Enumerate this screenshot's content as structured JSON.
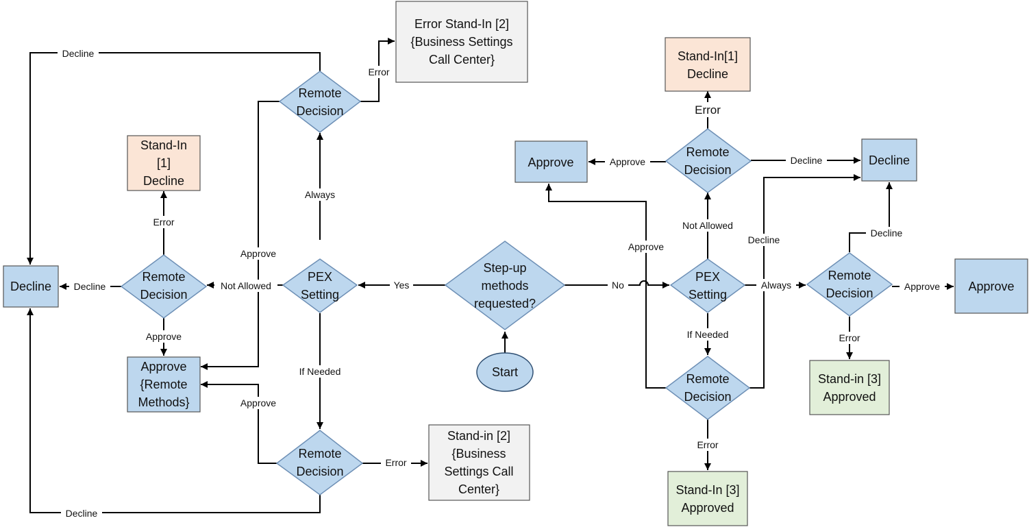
{
  "colors": {
    "decision_fill": "#bdd7ee",
    "decision_stroke": "#6d8fb5",
    "box_blue": "#bdd7ee",
    "box_orange": "#fbe5d6",
    "box_green": "#e2efd9",
    "box_gray": "#f2f2f2",
    "line": "#000000"
  },
  "nodes": {
    "start": "Start",
    "stepup": [
      "Step-up",
      "methods",
      "requested?"
    ],
    "pex_left": [
      "PEX",
      "Setting"
    ],
    "pex_right": [
      "PEX",
      "Setting"
    ],
    "remote_top_left": [
      "Remote",
      "Decision"
    ],
    "remote_mid_left": [
      "Remote",
      "Decision"
    ],
    "remote_bottom_left": [
      "Remote",
      "Decision"
    ],
    "remote_top_right": [
      "Remote",
      "Decision"
    ],
    "remote_bottom_right": [
      "Remote",
      "Decision"
    ],
    "remote_far_right": [
      "Remote",
      "Decision"
    ],
    "decline_left": "Decline",
    "standin1_left": [
      "Stand-In",
      "[1]",
      "Decline"
    ],
    "approve_remote_methods": [
      "Approve",
      "{Remote",
      "Methods}"
    ],
    "error_standin2_top": [
      "Error Stand-In [2]",
      "{Business Settings",
      "Call Center}"
    ],
    "standin2_bottom": [
      "Stand-in [2]",
      "{Business",
      "Settings Call",
      "Center}"
    ],
    "standin1_right": [
      "Stand-In[1]",
      "Decline"
    ],
    "approve_right_top": "Approve",
    "decline_right_top": "Decline",
    "approve_far_right": "Approve",
    "standin3_far_right": [
      "Stand-in [3]",
      "Approved"
    ],
    "standin3_bottom": [
      "Stand-In [3]",
      "Approved"
    ]
  },
  "edges": {
    "yes": "Yes",
    "no": "No",
    "always_left": "Always",
    "not_allowed_left": "Not Allowed",
    "if_needed_left": "If Needed",
    "decline_top_left": "Decline",
    "error_top_left": "Error",
    "approve_top_left": "Approve",
    "decline_mid_left": "Decline",
    "error_mid_left": "Error",
    "approve_mid_left": "Approve",
    "approve_bottom_left": "Approve",
    "error_bottom_left": "Error",
    "decline_bottom_left": "Decline",
    "not_allowed_right": "Not Allowed",
    "always_right": "Always",
    "if_needed_right": "If Needed",
    "error_top_right": "Error",
    "approve_top_right": "Approve",
    "decline_top_right": "Decline",
    "approve_bottom_right": "Approve",
    "decline_bottom_right": "Decline",
    "error_bottom_right": "Error",
    "decline_far_right": "Decline",
    "approve_far_right": "Approve",
    "error_far_right": "Error"
  }
}
